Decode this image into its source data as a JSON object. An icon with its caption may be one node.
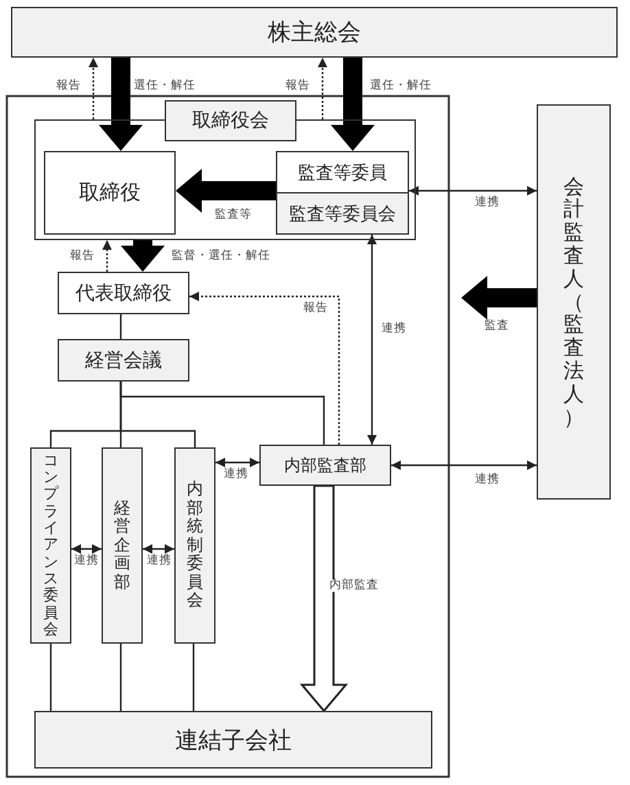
{
  "diagram": {
    "nodes": [
      {
        "text": [
          "株主総会"
        ]
      },
      {
        "text": [],
        "shape": "box"
      },
      {
        "text": [
          "取締役会"
        ]
      },
      {
        "text": [
          "取締役"
        ],
        "in": 1
      },
      {
        "text": [
          "監査等委員",
          "監査等委員会"
        ],
        "in": 1
      },
      {
        "text": [
          "代表取締役"
        ]
      },
      {
        "text": [
          "経営会議"
        ]
      },
      {
        "text": [
          "コンプライアンス委員会"
        ]
      },
      {
        "text": [
          "経営企画部"
        ]
      },
      {
        "text": [
          "内部統制委員会"
        ]
      },
      {
        "text": [
          "内部監査部"
        ]
      },
      {
        "text": [
          "会計監査人（監査法人）"
        ]
      },
      {
        "text": [
          "連結子会社"
        ]
      }
    ],
    "edges": [
      {
        "from": 0,
        "to": 3,
        "arrow": "to",
        "style": "thick",
        "label": "選任・解任"
      },
      {
        "from": 1,
        "to": 0,
        "arrow": "to",
        "style": "dashed",
        "label": "報告"
      },
      {
        "from": 0,
        "to": 4,
        "arrow": "to",
        "style": "thick",
        "label": "選任・解任"
      },
      {
        "from": 1,
        "to": 0,
        "arrow": "to",
        "style": "dashed",
        "label": "報告"
      },
      {
        "from": 4,
        "to": 3,
        "arrow": "to",
        "style": "thick",
        "label": "監査等"
      },
      {
        "from": 1,
        "to": 5,
        "arrow": "to",
        "style": "thick",
        "label": "監督・選任・解任"
      },
      {
        "from": 5,
        "to": 1,
        "arrow": "to",
        "style": "dashed",
        "label": "報告"
      },
      {
        "from": 10,
        "to": 5,
        "arrow": "to",
        "style": "dashed",
        "label": "報告"
      },
      {
        "from": 5,
        "to": 6,
        "arrow": "none"
      },
      {
        "from": 6,
        "to": 7,
        "arrow": "none"
      },
      {
        "from": 6,
        "to": 8,
        "arrow": "none"
      },
      {
        "from": 6,
        "to": 9,
        "arrow": "none"
      },
      {
        "from": 6,
        "to": 10,
        "arrow": "none"
      },
      {
        "from": 7,
        "to": 8,
        "arrow": "both",
        "label": "連携"
      },
      {
        "from": 8,
        "to": 9,
        "arrow": "both",
        "label": "連携"
      },
      {
        "from": 9,
        "to": 10,
        "arrow": "both",
        "label": "連携"
      },
      {
        "from": 10,
        "to": 4,
        "arrow": "both",
        "label": "連携"
      },
      {
        "from": 4,
        "to": 11,
        "arrow": "both",
        "label": "連携"
      },
      {
        "from": 11,
        "to": null,
        "arrow": "to",
        "style": "thick",
        "label": "監査"
      },
      {
        "from": 10,
        "to": 11,
        "arrow": "both",
        "label": "連携"
      },
      {
        "from": 10,
        "to": 12,
        "arrow": "to",
        "style": "thick",
        "label": "内部監査"
      },
      {
        "from": 7,
        "to": 12,
        "arrow": "none"
      },
      {
        "from": 8,
        "to": 12,
        "arrow": "none"
      },
      {
        "from": 9,
        "to": 12,
        "arrow": "none"
      }
    ]
  }
}
